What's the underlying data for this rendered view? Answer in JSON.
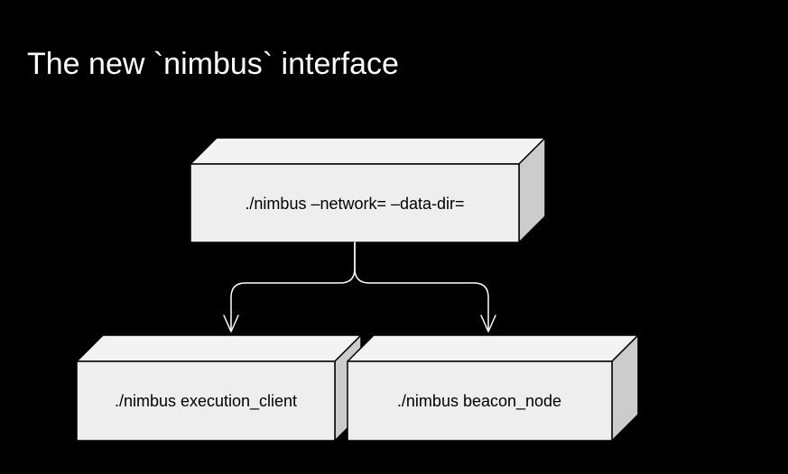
{
  "slide": {
    "title": "The new `nimbus` interface"
  },
  "diagram": {
    "colors": {
      "background": "#000000",
      "box_front": "#eeeeee",
      "box_top": "#f3f3f3",
      "box_side": "#cccccc",
      "box_stroke": "#000000",
      "connector": "#ffffff"
    },
    "root": {
      "label": "./nimbus –network= –data-dir="
    },
    "children": [
      {
        "label": "./nimbus execution_client"
      },
      {
        "label": "./nimbus beacon_node"
      }
    ]
  }
}
